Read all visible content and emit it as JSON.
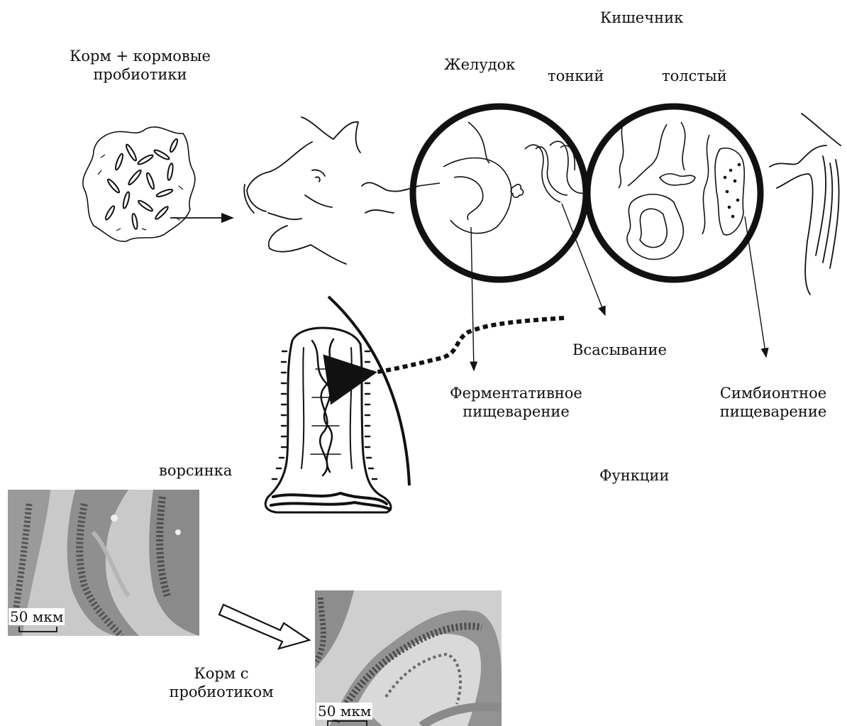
{
  "labels": {
    "feed": "Корм + кормовые\nпробиотики",
    "intestine": "Кишечник",
    "stomach": "Желудок",
    "small": "тонкий",
    "large": "толстый",
    "absorption": "Всасывание",
    "enzymatic": "Ферментативное\nпищеварение",
    "symbiotic": "Симбионтное\nпищеварение",
    "functions": "Функции",
    "villus": "ворсинка",
    "feed_probiotic": "Корм с\nпробиотиком",
    "scale1": "50 мкм",
    "scale2": "50 мкм"
  }
}
